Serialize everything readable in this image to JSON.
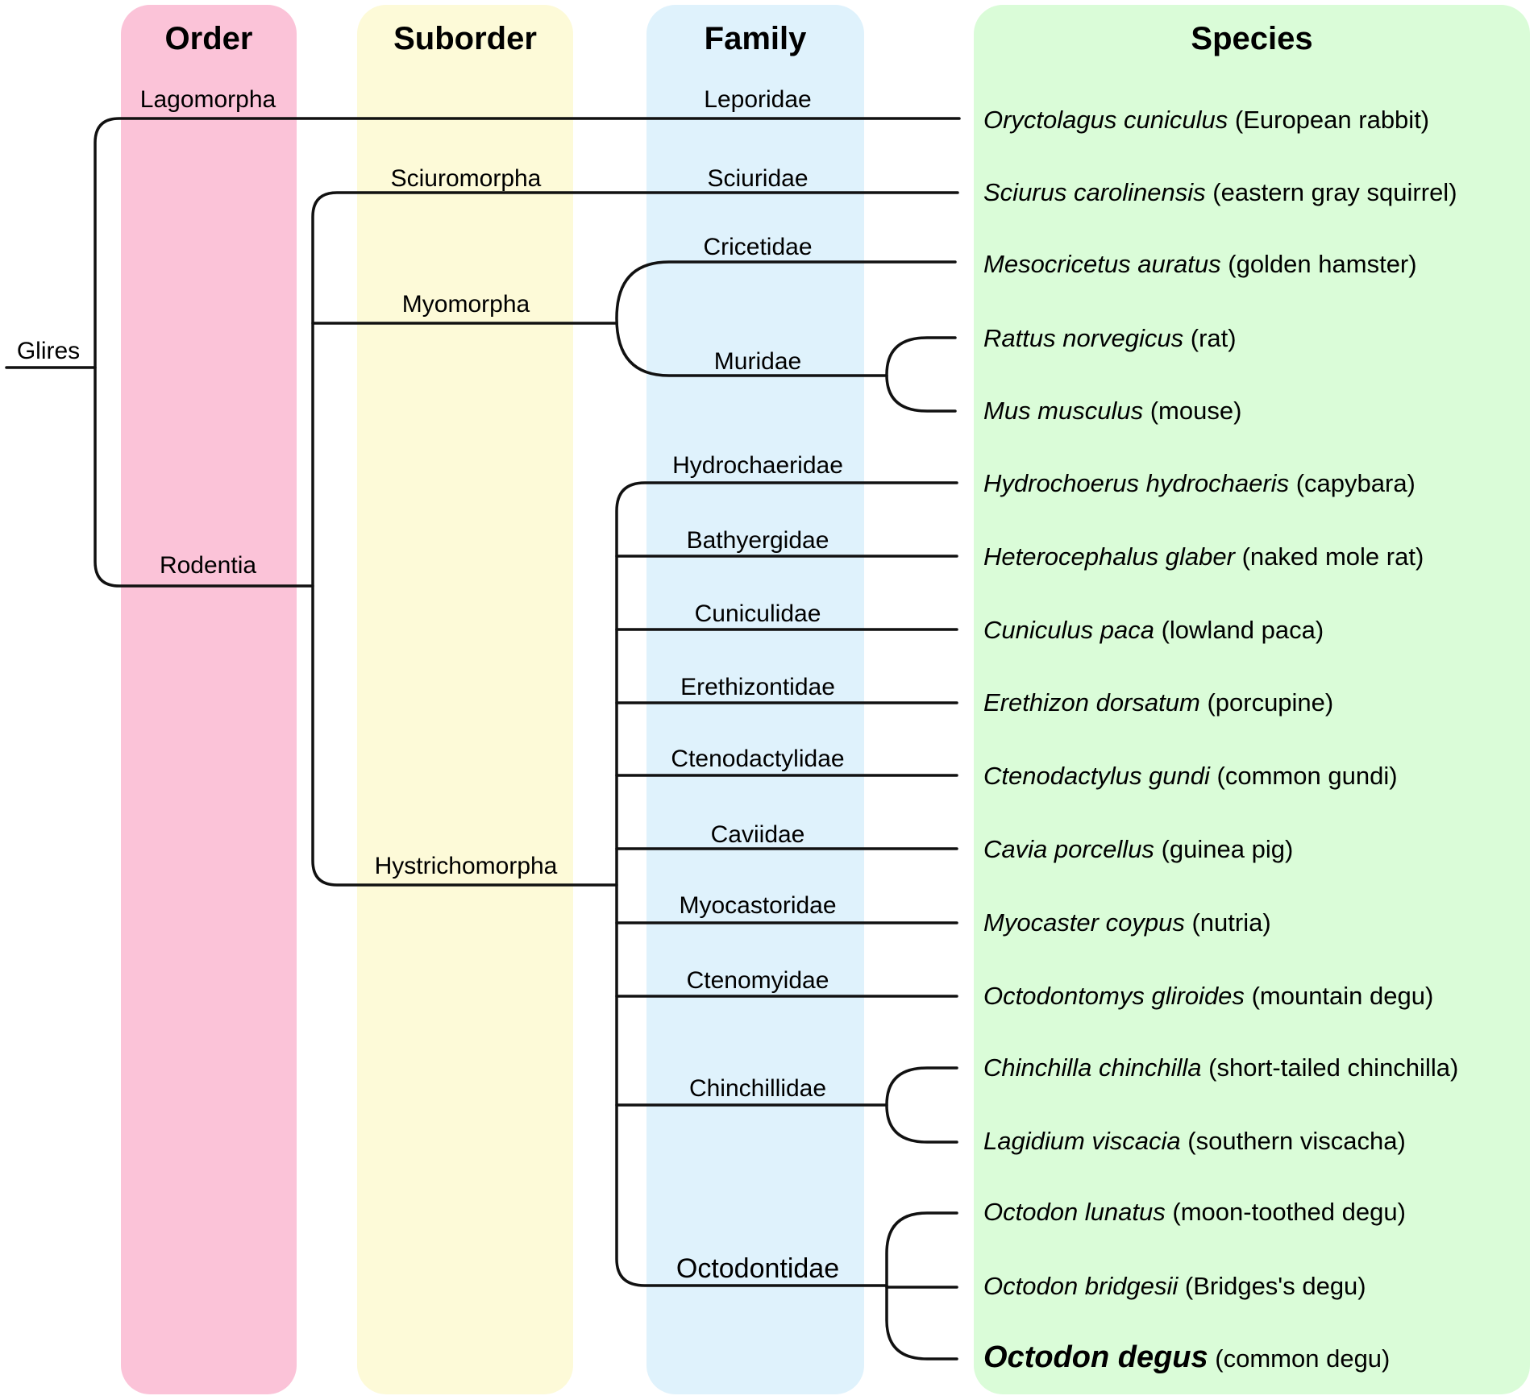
{
  "columns": {
    "order": "Order",
    "suborder": "Suborder",
    "family": "Family",
    "species": "Species"
  },
  "colors": {
    "order_bg": "#fbc3d8",
    "suborder_bg": "#fdfad8",
    "family_bg": "#dff2fc",
    "species_bg": "#dafcd8",
    "line": "#111111"
  },
  "root": "Glires",
  "orders": [
    "Lagomorpha",
    "Rodentia"
  ],
  "suborders": [
    "Sciuromorpha",
    "Myomorpha",
    "Hystrichomorpha"
  ],
  "families": [
    "Leporidae",
    "Sciuridae",
    "Cricetidae",
    "Muridae",
    "Hydrochaeridae",
    "Bathyergidae",
    "Cuniculidae",
    "Erethizontidae",
    "Ctenodactylidae",
    "Caviidae",
    "Myocastoridae",
    "Ctenomyidae",
    "Chinchillidae",
    "Octodontidae"
  ],
  "species": [
    {
      "sci": "Oryctolagus cuniculus",
      "common": "(European rabbit)"
    },
    {
      "sci": "Sciurus carolinensis",
      "common": "(eastern gray squirrel)"
    },
    {
      "sci": "Mesocricetus auratus",
      "common": "(golden hamster)"
    },
    {
      "sci": "Rattus norvegicus",
      "common": "(rat)"
    },
    {
      "sci": "Mus musculus",
      "common": "(mouse)"
    },
    {
      "sci": "Hydrochoerus hydrochaeris",
      "common": "(capybara)"
    },
    {
      "sci": "Heterocephalus glaber",
      "common": "(naked mole rat)"
    },
    {
      "sci": "Cuniculus paca",
      "common": "(lowland paca)"
    },
    {
      "sci": "Erethizon dorsatum",
      "common": "(porcupine)"
    },
    {
      "sci": "Ctenodactylus gundi",
      "common": "(common gundi)"
    },
    {
      "sci": "Cavia porcellus",
      "common": "(guinea pig)"
    },
    {
      "sci": "Myocaster coypus",
      "common": "(nutria)"
    },
    {
      "sci": "Octodontomys gliroides",
      "common": "(mountain degu)"
    },
    {
      "sci": "Chinchilla chinchilla",
      "common": "(short-tailed chinchilla)"
    },
    {
      "sci": "Lagidium viscacia",
      "common": "(southern viscacha)"
    },
    {
      "sci": "Octodon lunatus",
      "common": "(moon-toothed degu)"
    },
    {
      "sci": "Octodon bridgesii",
      "common": "(Bridges's degu)"
    },
    {
      "sci": "Octodon degus",
      "common": "(common degu)"
    }
  ]
}
